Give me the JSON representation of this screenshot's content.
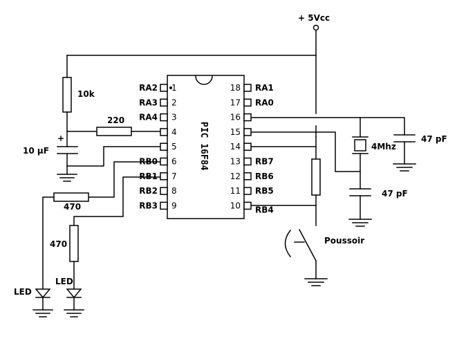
{
  "supply": {
    "label": "+ 5Vcc"
  },
  "chip": {
    "name": "PIC 16F84",
    "left_pins": [
      {
        "num": "1",
        "label": "RA2"
      },
      {
        "num": "2",
        "label": "RA3"
      },
      {
        "num": "3",
        "label": "RA4"
      },
      {
        "num": "4",
        "label": ""
      },
      {
        "num": "5",
        "label": ""
      },
      {
        "num": "6",
        "label": "RB0"
      },
      {
        "num": "7",
        "label": "RB1"
      },
      {
        "num": "8",
        "label": "RB2"
      },
      {
        "num": "9",
        "label": "RB3"
      }
    ],
    "right_pins": [
      {
        "num": "18",
        "label": "RA1"
      },
      {
        "num": "17",
        "label": "RA0"
      },
      {
        "num": "16",
        "label": ""
      },
      {
        "num": "15",
        "label": ""
      },
      {
        "num": "14",
        "label": ""
      },
      {
        "num": "13",
        "label": "RB7"
      },
      {
        "num": "12",
        "label": "RB6"
      },
      {
        "num": "11",
        "label": "RB5"
      },
      {
        "num": "10",
        "label": "RB4"
      }
    ]
  },
  "components": {
    "r_pullup": "10k",
    "r_series": "220",
    "cap_reset": "10 µF",
    "cap_reset_polarity": "+",
    "r_led1": "470",
    "r_led2": "470",
    "led1": "LED",
    "led2": "LED",
    "crystal": "4Mhz",
    "cap_osc1": "47 pF",
    "cap_osc2": "47 pF",
    "switch": "Poussoir"
  }
}
